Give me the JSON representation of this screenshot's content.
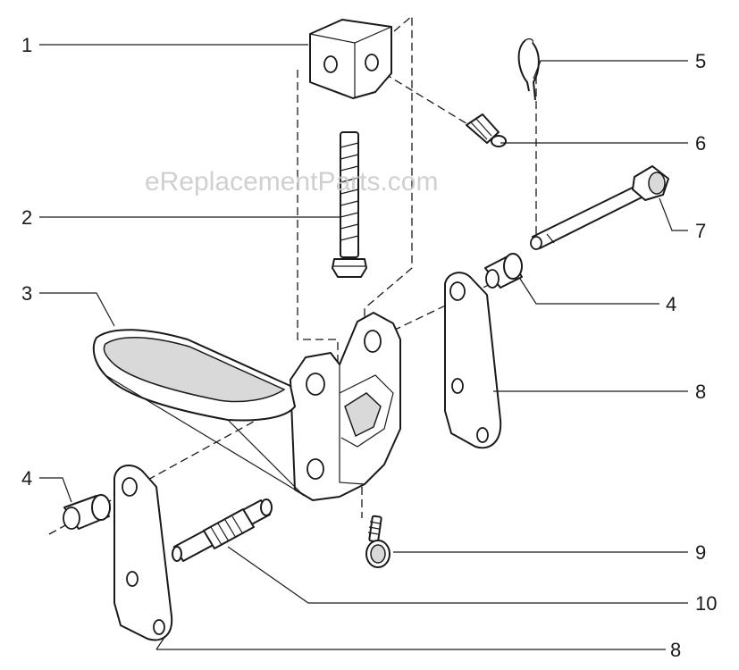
{
  "watermark": "eReplacementParts.com",
  "callouts": [
    {
      "id": "c1",
      "text": "1"
    },
    {
      "id": "c2",
      "text": "2"
    },
    {
      "id": "c3",
      "text": "3"
    },
    {
      "id": "c4a",
      "text": "4"
    },
    {
      "id": "c4b",
      "text": "4"
    },
    {
      "id": "c5",
      "text": "5"
    },
    {
      "id": "c6",
      "text": "6"
    },
    {
      "id": "c7",
      "text": "7"
    },
    {
      "id": "c8a",
      "text": "8"
    },
    {
      "id": "c8b",
      "text": "8"
    },
    {
      "id": "c9",
      "text": "9"
    },
    {
      "id": "c10",
      "text": "10"
    }
  ]
}
